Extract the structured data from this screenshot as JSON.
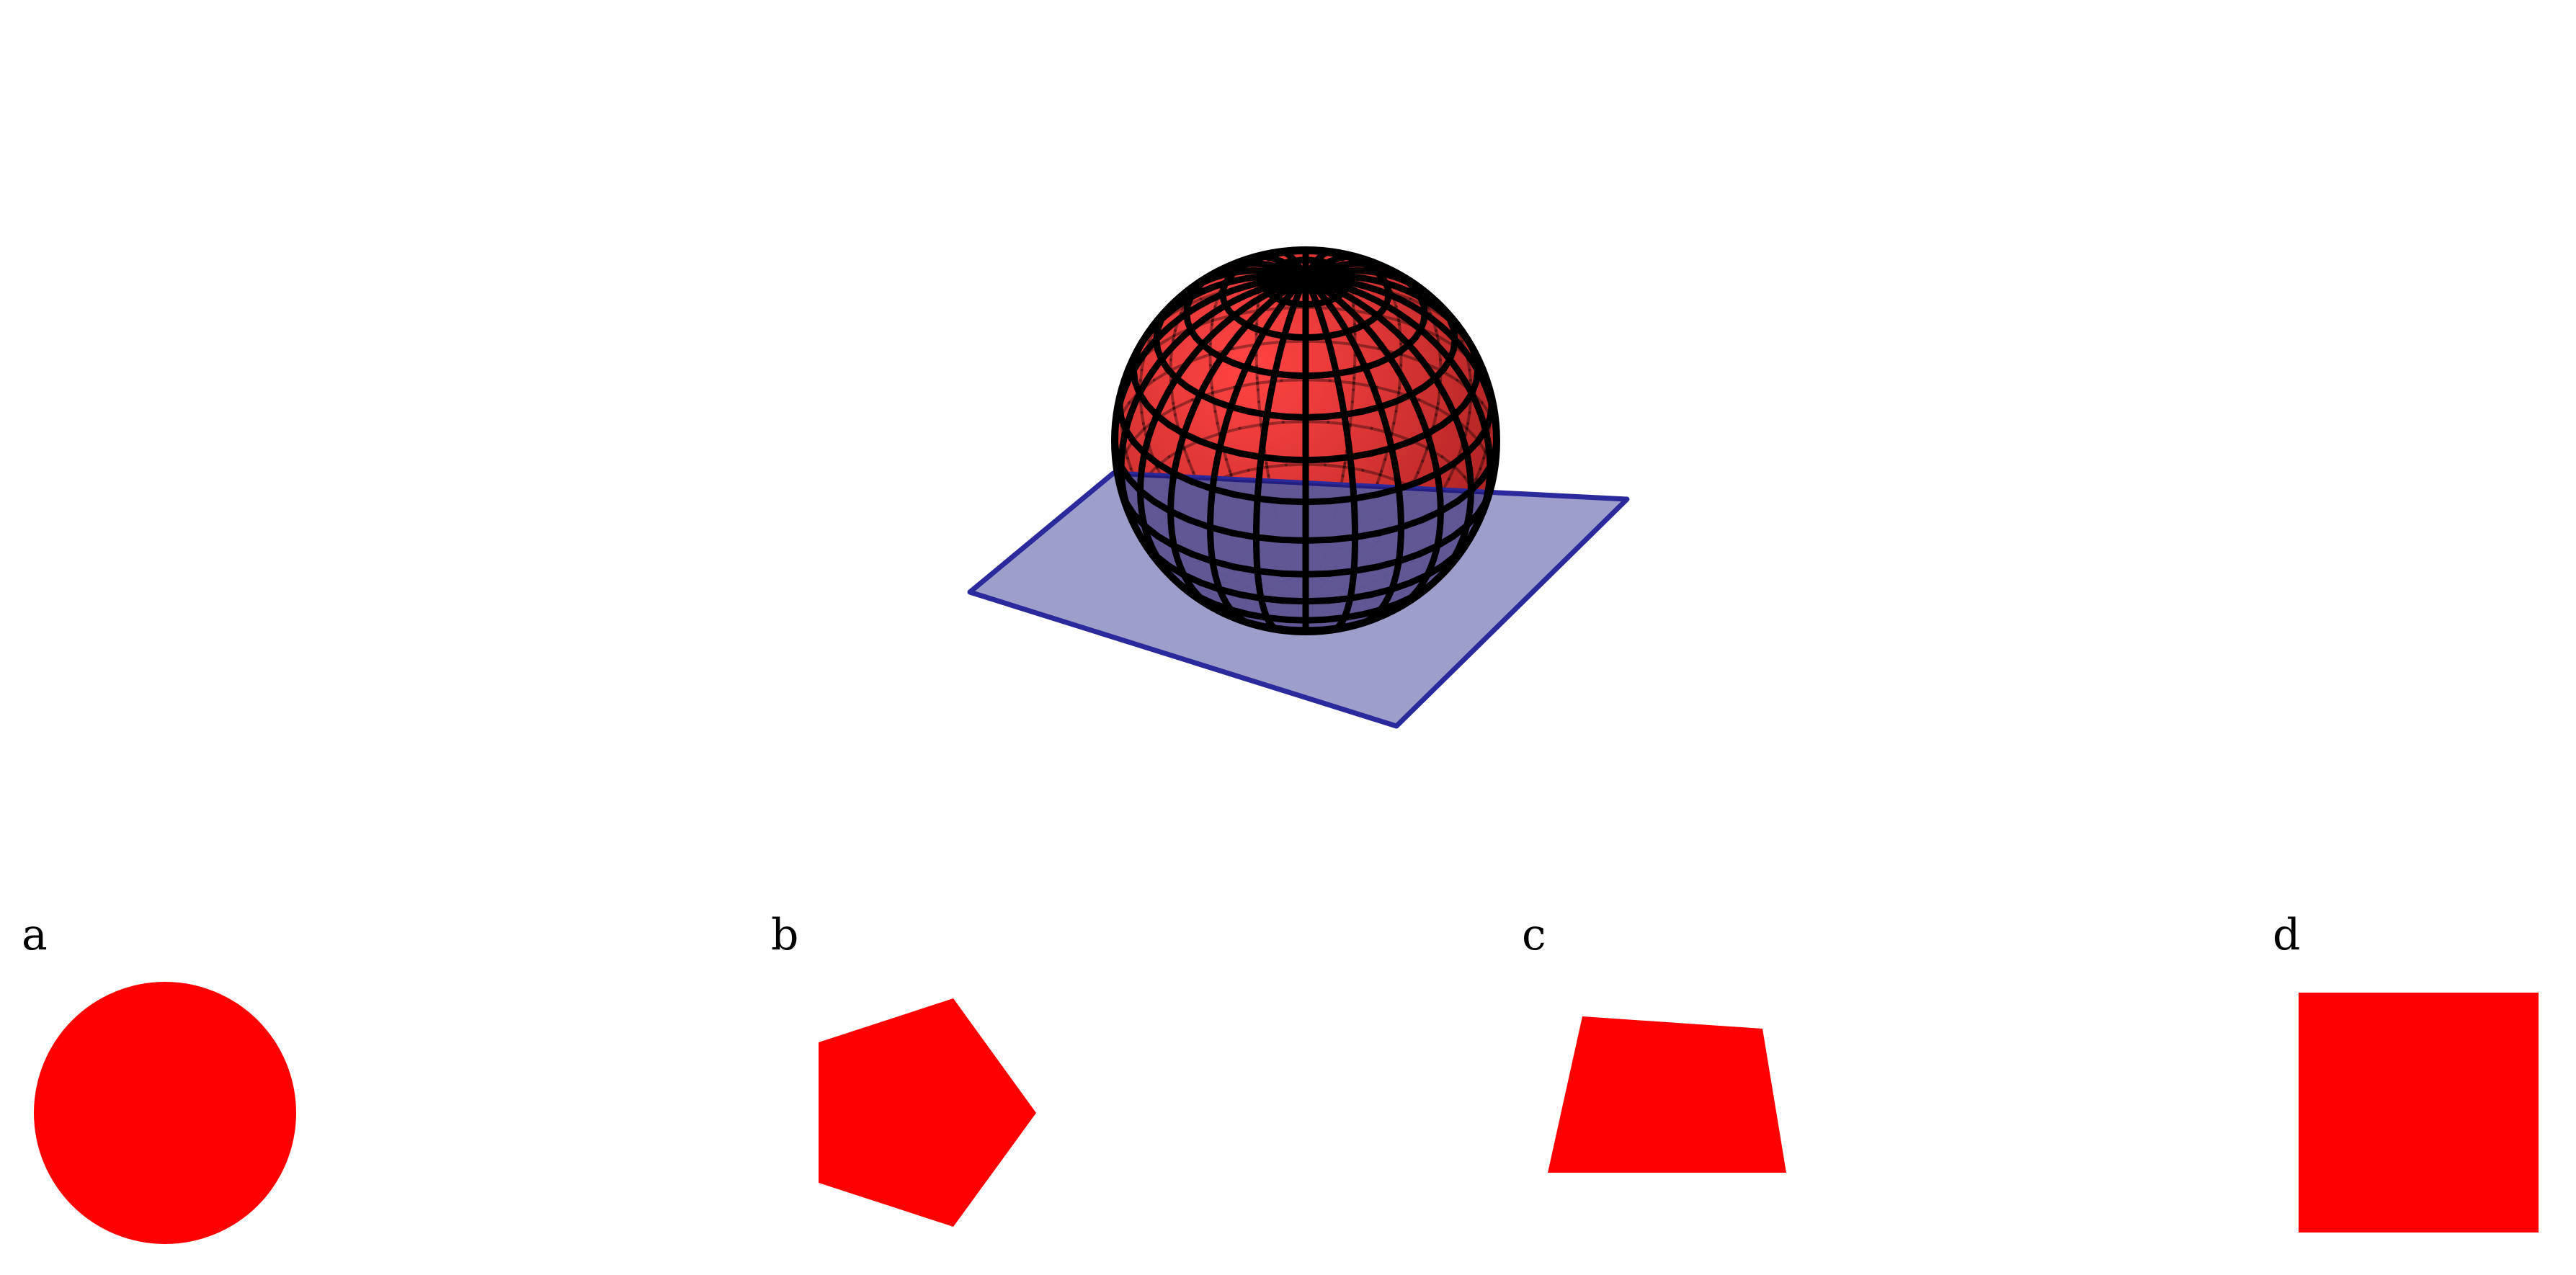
{
  "colors": {
    "background": "#ffffff",
    "shape_fill": "#ff0000",
    "sphere_fill": "#ff1a1a",
    "sphere_wire": "#000000",
    "plane_fill": "#9999c8",
    "plane_edge": "#2a2a9c"
  },
  "scene": {
    "solid": "sphere",
    "plane": "square-plane"
  },
  "options": [
    {
      "label": "a",
      "shape": "circle"
    },
    {
      "label": "b",
      "shape": "pentagon"
    },
    {
      "label": "c",
      "shape": "trapezoid"
    },
    {
      "label": "d",
      "shape": "square"
    }
  ]
}
